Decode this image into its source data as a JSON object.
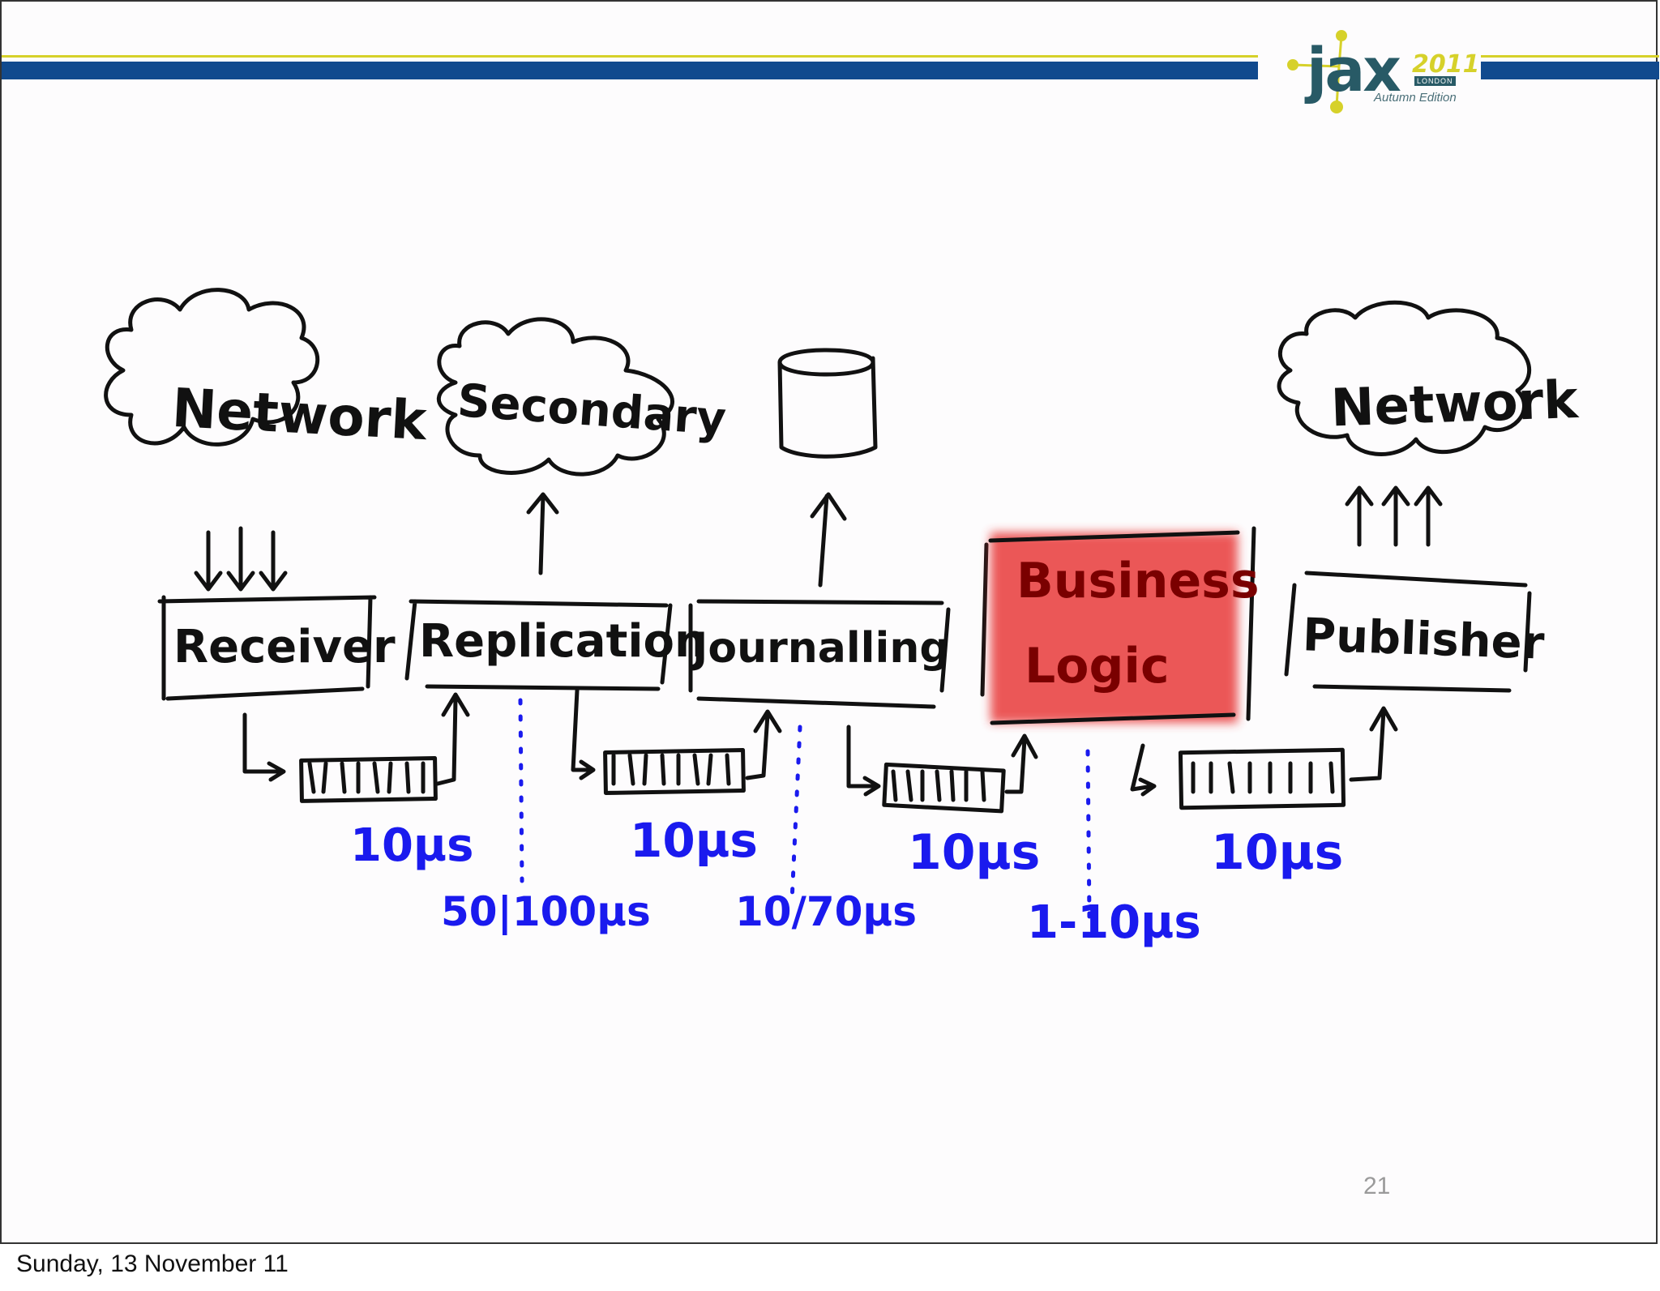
{
  "logo": {
    "name": "jax",
    "year": "2011",
    "city": "LONDON",
    "edition": "Autumn Edition"
  },
  "clouds": {
    "network_in": "Network",
    "secondary": "Secondary",
    "network_out": "Network"
  },
  "stages": {
    "receiver": "Receiver",
    "replication": "Replication",
    "journalling": "Journalling",
    "business_logic_line1": "Business",
    "business_logic_line2": "Logic",
    "publisher": "Publisher"
  },
  "latencies": {
    "queue1": "10µs",
    "replication": "50|100µs",
    "queue2": "10µs",
    "journalling": "10/70µs",
    "queue3": "10µs",
    "business_logic": "1-10µs",
    "queue4": "10µs"
  },
  "colors": {
    "ink": "#111111",
    "latency_blue": "#1a1aee",
    "highlight_red": "#e83a3a",
    "header_blue": "#114a8e",
    "header_yellow": "#d6d12a"
  },
  "slide_number": "21",
  "footer_date": "Sunday, 13 November 11"
}
